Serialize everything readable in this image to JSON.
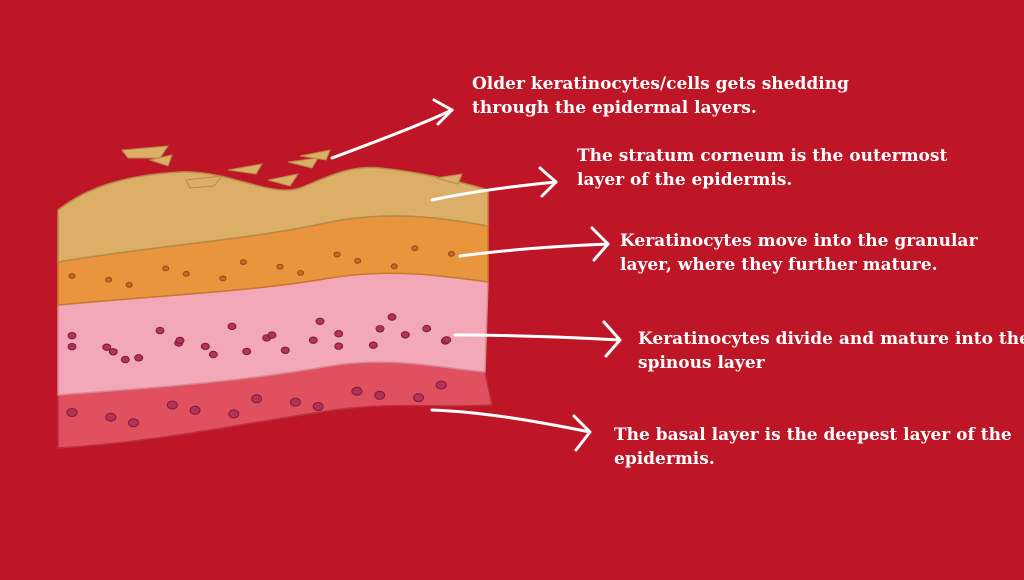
{
  "colors": {
    "background": "#be1527",
    "text": "#ffffff",
    "arrow": "#ffffff",
    "stratum_corneum": "#dcae68",
    "granular_layer": "#e9953e",
    "spinous_layer": "#f2a8b6",
    "basal_layer": "#e0505f",
    "nucleus": "#b2325a"
  },
  "icons": [
    "arrow-icon"
  ],
  "annotations": {
    "shedding": {
      "line1": "Older keratinocytes/cells gets shedding",
      "line2": "through the epidermal layers."
    },
    "corneum": {
      "line1": "The stratum corneum is the outermost",
      "line2": "layer of the epidermis."
    },
    "granular": {
      "line1": "Keratinocytes move into the granular",
      "line2": "layer, where they further mature."
    },
    "spinous": {
      "line1": "Keratinocytes divide and mature into the",
      "line2": "spinous layer"
    },
    "basal": {
      "line1": "The basal layer is the deepest layer of the",
      "line2": "epidermis."
    }
  }
}
